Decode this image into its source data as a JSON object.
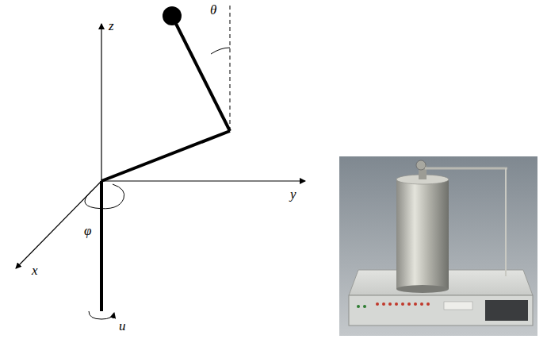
{
  "diagram": {
    "labels": [
      "z",
      "θ",
      "y",
      "φ",
      "x",
      "u"
    ]
  }
}
